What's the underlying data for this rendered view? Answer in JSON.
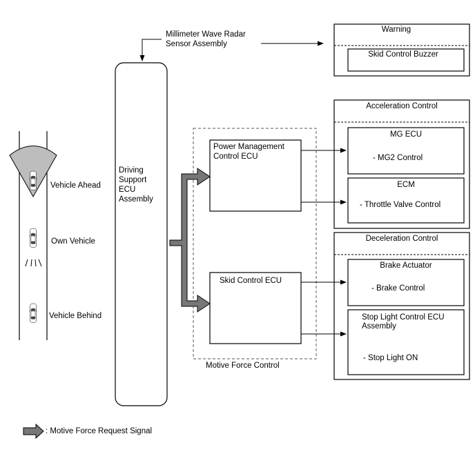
{
  "sensor": {
    "line1": "Millimeter Wave Radar",
    "line2": "Sensor Assembly"
  },
  "warning": {
    "title": "Warning",
    "buzzer": "Skid Control Buzzer"
  },
  "acceleration": {
    "title": "Acceleration Control",
    "mg_ecu": "MG ECU",
    "mg2_control": "- MG2 Control",
    "ecm": "ECM",
    "throttle": "- Throttle Valve Control"
  },
  "deceleration": {
    "title": "Deceleration Control",
    "brake_actuator": "Brake Actuator",
    "brake_control": "- Brake Control",
    "stop_light_line1": "Stop Light Control ECU",
    "stop_light_line2": "Assembly",
    "stop_light_on": "- Stop Light ON"
  },
  "driving_support": {
    "line1": "Driving",
    "line2": "Support",
    "line3": "ECU",
    "line4": "Assembly"
  },
  "power_mgmt": {
    "line1": "Power Management",
    "line2": "Control ECU"
  },
  "skid_control": "Skid Control ECU",
  "motive_force_control": "Motive Force Control",
  "vehicles": {
    "ahead": "Vehicle Ahead",
    "own": "Own Vehicle",
    "behind": "Vehicle Behind"
  },
  "legend": ": Motive Force Request Signal",
  "colors": {
    "arrow_fill": "#777777",
    "radar_fill": "#bdbdbd",
    "line": "#000000"
  }
}
